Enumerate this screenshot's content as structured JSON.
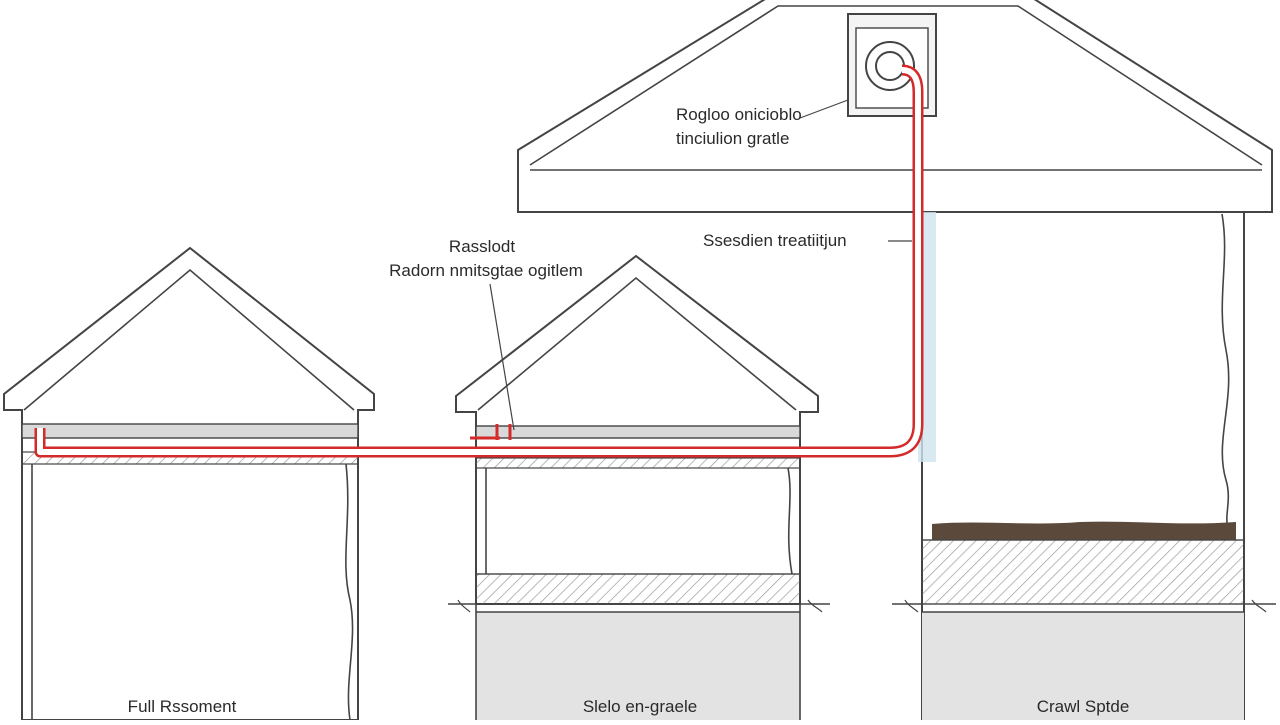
{
  "labels": {
    "fan_line1": "Rogloo onicioblo",
    "fan_line2": "tinciulion gratle",
    "riser_label": "Ssesdien treatiitjun",
    "system_line1": "Rasslodt",
    "system_line2": "Radorn nmitsgtae ogitlem",
    "house_left": "Full Rssoment",
    "house_middle": "Slelo en-graele",
    "house_right": "Crawl Sptde"
  },
  "colors": {
    "pipe": "#d42a2a",
    "line": "#444444",
    "slab_fill": "#d9d9d9",
    "ground_fill": "#e3e3e3",
    "soil": "#5b4a3c",
    "riser_tint": "#cfe3ee",
    "fan_box": "#f4f4f4"
  }
}
